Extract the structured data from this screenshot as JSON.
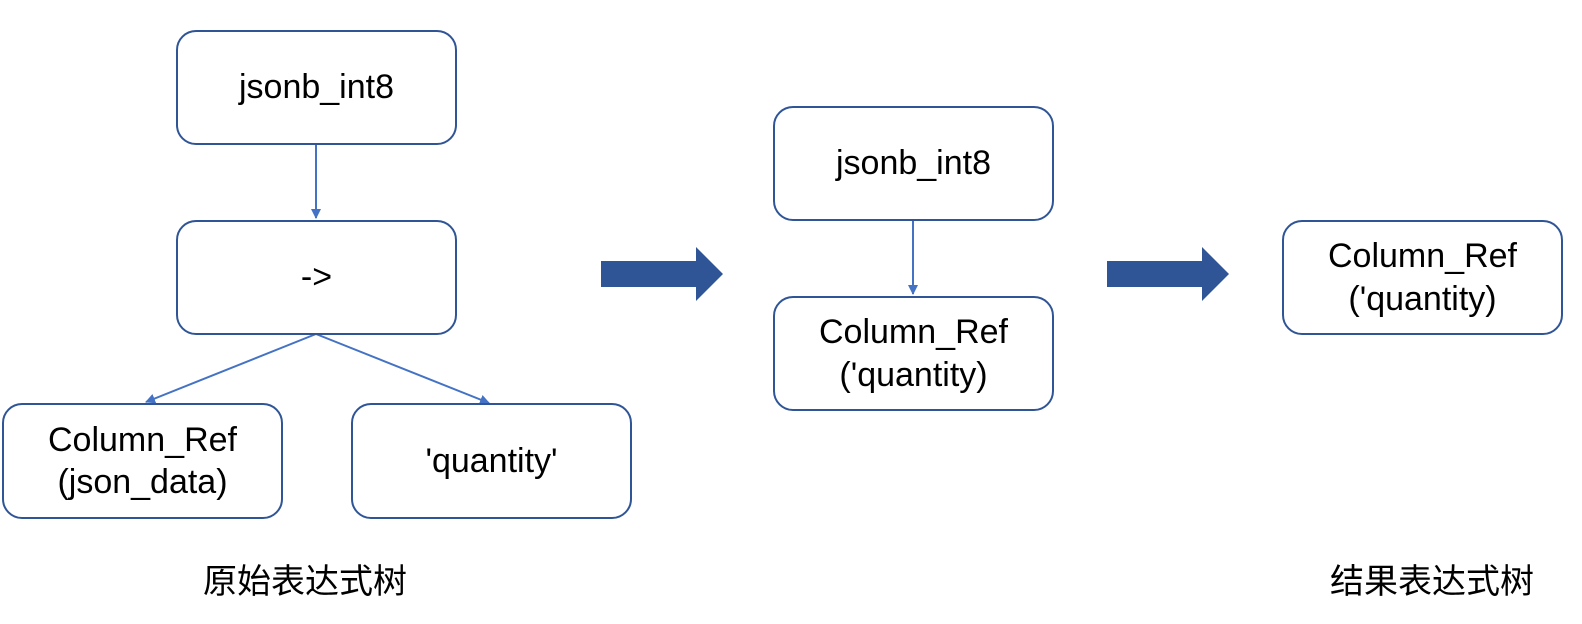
{
  "original_tree": {
    "root_label": "jsonb_int8",
    "operator_label": "->",
    "left_child_label": "Column_Ref\n(json_data)",
    "right_child_label": "'quantity'",
    "caption": "原始表达式树"
  },
  "intermediate_tree": {
    "root_label": "jsonb_int8",
    "child_label": "Column_Ref\n('quantity)"
  },
  "result_tree": {
    "node_label": "Column_Ref\n('quantity)",
    "caption": "结果表达式树"
  },
  "colors": {
    "node_border": "#2F5597",
    "edge": "#4472C4",
    "arrow": "#2F5597"
  }
}
